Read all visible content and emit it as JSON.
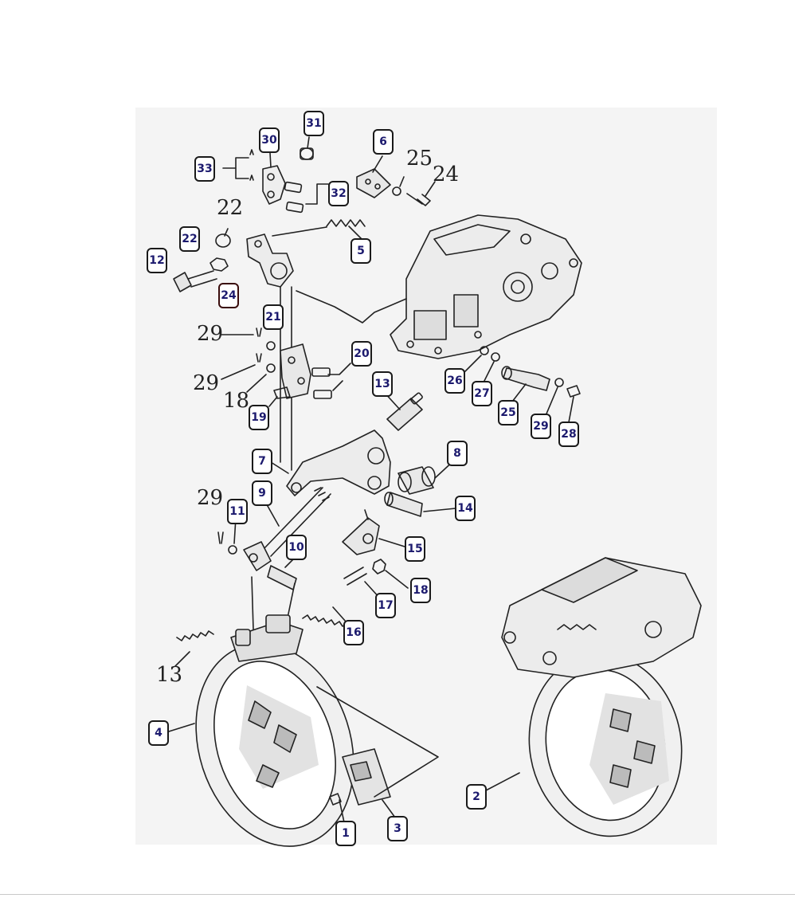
{
  "diagram": {
    "colors": {
      "line": "#222222",
      "callout_text": "#1c1a6e",
      "callout_border": "#1a1a1a"
    },
    "callouts": [
      "31",
      "30",
      "33",
      "6",
      "32",
      "22",
      "12",
      "24",
      "5",
      "21",
      "20",
      "13",
      "26",
      "27",
      "25",
      "29",
      "28",
      "19",
      "7",
      "8",
      "9",
      "11",
      "14",
      "10",
      "15",
      "18",
      "17",
      "16",
      "4",
      "2",
      "1",
      "3"
    ],
    "plain_labels": [
      "25",
      "24",
      "22",
      "29",
      "29",
      "18",
      "29",
      "13"
    ]
  }
}
